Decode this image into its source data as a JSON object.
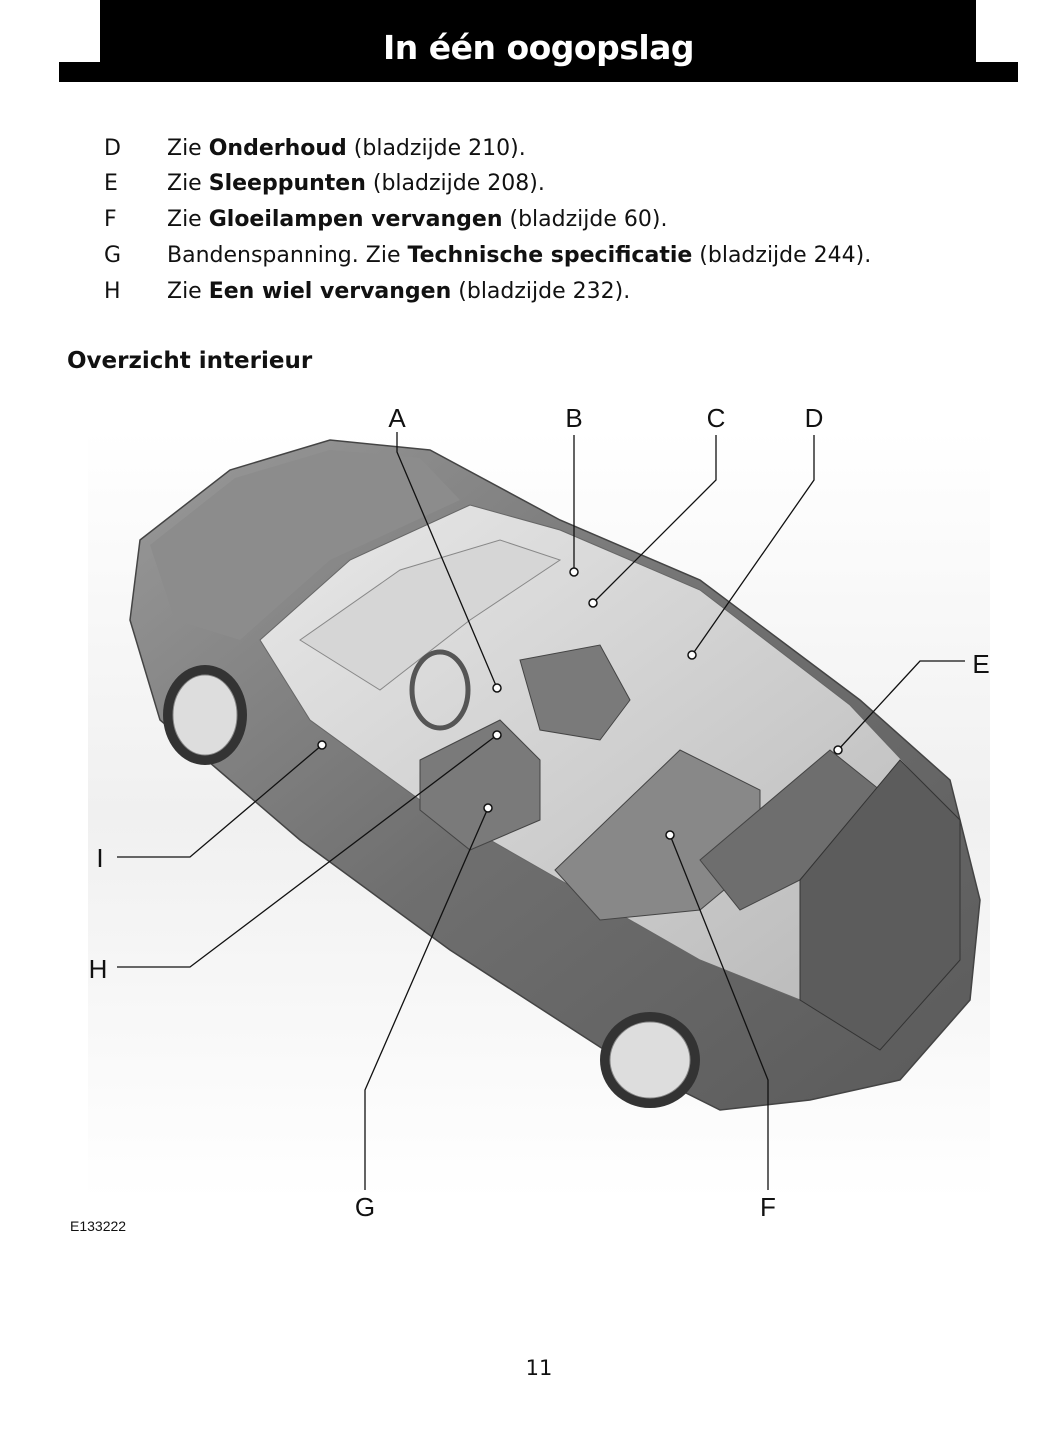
{
  "header": {
    "title": "In één oogopslag"
  },
  "items": [
    {
      "key": "D",
      "pre": "Zie ",
      "bold": "Onderhoud",
      "post": " (bladzijde 210)."
    },
    {
      "key": "E",
      "pre": "Zie ",
      "bold": "Sleeppunten",
      "post": " (bladzijde 208)."
    },
    {
      "key": "F",
      "pre": "Zie ",
      "bold": "Gloeilampen vervangen",
      "post": " (bladzijde 60)."
    },
    {
      "key": "G",
      "pre": "Bandenspanning.  Zie ",
      "bold": "Technische specificatie",
      "post": " (bladzijde 244)."
    },
    {
      "key": "H",
      "pre": "Zie ",
      "bold": "Een wiel vervangen",
      "post": " (bladzijde 232)."
    }
  ],
  "section_title": "Overzicht interieur",
  "figure": {
    "labels": {
      "A": "A",
      "B": "B",
      "C": "C",
      "D": "D",
      "E": "E",
      "F": "F",
      "G": "G",
      "H": "H",
      "I": "I"
    },
    "id": "E133222"
  },
  "page_number": "11"
}
